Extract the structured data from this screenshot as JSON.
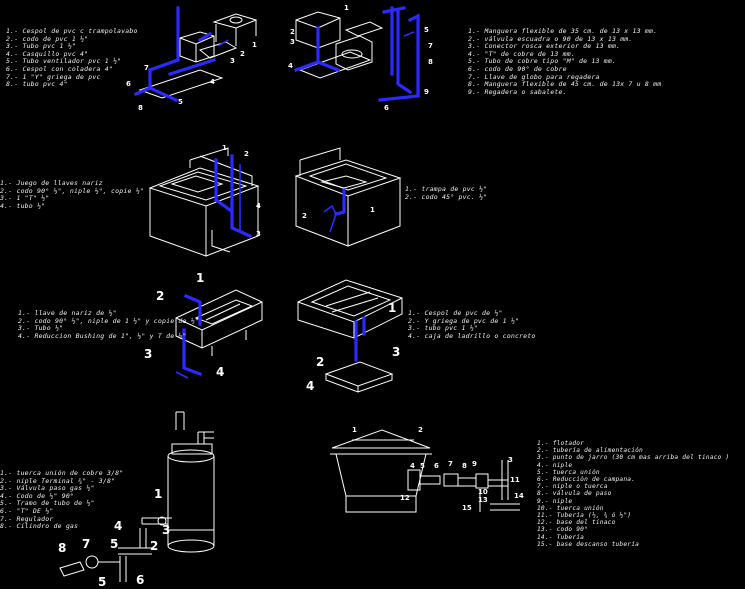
{
  "legends": {
    "toilet_left": [
      "1.- Cespol de pvc c trampolavabo",
      "2.- codo de pvc 1 ½\"",
      "3.- Tubo pvc 1 ½\"",
      "4.- Casquillo pvc 4\"",
      "5.- Tubo ventilador pvc 1 ½\"",
      "6.- Cespol con coladera 4\"",
      "7.- 1 \"Y\" griega de pvc",
      "8.- tubo pvc 4\""
    ],
    "toilet_right": [
      "1.- Manguera flexible de 35 cm. de 13 x 13 mm.",
      "2.- válvula escuadra o 90 de 13 x 13 mm.",
      "3.- Conector rosca exterior de 13 mm.",
      "4.- \"T\" de cobre de 13 mm.",
      "5.- Tubo de cobre tipo \"M\" de 13 mm.",
      "6.- codo de 90° de cobre",
      "7.- Llave de globo para regadera",
      "8.- Manguera flexible de 45 cm. de 13x 7 u 8 mm",
      "9.- Regadera o sabalete."
    ],
    "sink_supply": [
      "1.- Juego de llaves nariz",
      "2.- codo 90° ½\", niple ½\", copie ½\"",
      "3.- 1 \"T\" ½\"",
      "4.- tubo ½\""
    ],
    "sink_drain": [
      "1.- trampa de pvc ½\"",
      "2.- codo 45° pvc. ½\""
    ],
    "wash_supply": [
      "1.- llave de nariz de ½\"",
      "2.- codo 90° ½\", niple de 1 ½\" y copie de ½\"",
      "3.- Tubo ½\"",
      "4.- Reduccion Bushing de 1\", ½\" y T de ½\""
    ],
    "wash_drain": [
      "1.- Cespol de pvc de ½\"",
      "2.- Y griega de pvc de 1 ½\"",
      "3.- tubo pvc 1 ½\"",
      "4.- caja de ladrillo o concreto"
    ],
    "heater": [
      "1.- tuerca unión de cobre 3/8\"",
      "2.- niple Terminal ¾\" - 3/8\"",
      "3.- Válvula paso gas ½\"",
      "4.- Codo de ½\" 90°",
      "5.- Tramo de tubo de ½\"",
      "6.- \"T\" DE ½\"",
      "7.- Regulador",
      "8.- Cilindro de gas"
    ],
    "tank": [
      "1.- flotador",
      "2.- tubería de alimentación",
      "3.- punto de jarro (30 cm mas arriba del tinaco )",
      "4.- niple",
      "5.- tuerca unión",
      "6.- Reducción de campana.",
      "7.- niple o tuerca",
      "8.- válvula de paso",
      "9.- niple",
      "10.- tuerca unión",
      "11.- Tubería (½, ¾ ó ½\")",
      "12.- base del tinaco",
      "13.- codo 90°",
      "14.- Tubería",
      "15.- base descanso tubería"
    ]
  },
  "callouts": {
    "toilet_left": [
      "1",
      "2",
      "3",
      "4",
      "5",
      "6",
      "7",
      "8"
    ],
    "toilet_right": [
      "1",
      "2",
      "3",
      "4",
      "5",
      "6",
      "7",
      "8",
      "9"
    ],
    "sink_supply": [
      "1",
      "2",
      "3",
      "4"
    ],
    "sink_drain": [
      "1",
      "2"
    ],
    "wash_supply": [
      "1",
      "2",
      "3",
      "4"
    ],
    "wash_drain": [
      "1",
      "2",
      "3",
      "4"
    ],
    "heater": [
      "1",
      "2",
      "3",
      "4",
      "5",
      "6",
      "7",
      "8"
    ],
    "tank": [
      "1",
      "2",
      "3",
      "4",
      "5",
      "6",
      "7",
      "8",
      "9",
      "10",
      "11",
      "12",
      "13",
      "14",
      "15"
    ]
  },
  "colors": {
    "background": "#000000",
    "line": "#ffffff",
    "pipe": "#2a2aff",
    "text": "#f2f2f2"
  }
}
